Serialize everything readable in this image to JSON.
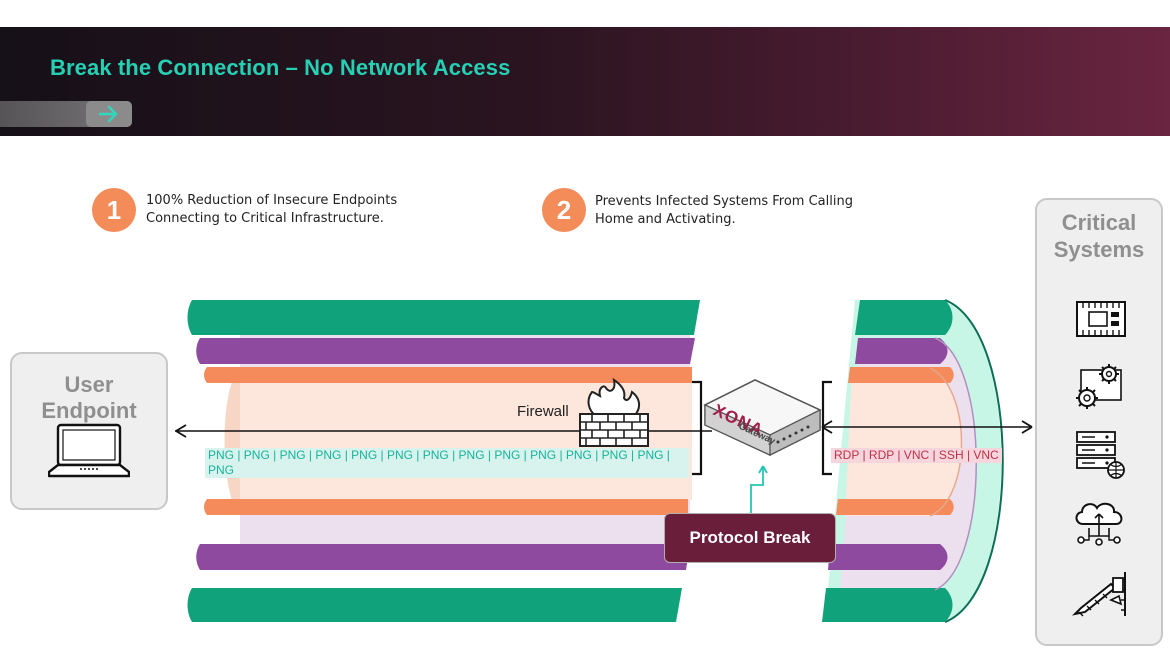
{
  "header": {
    "title": "Break the Connection – No Network Access",
    "next_icon": "arrow-right-icon"
  },
  "points": [
    {
      "number": "1",
      "line1": "100% Reduction of Insecure Endpoints",
      "line2": "Connecting to Critical Infrastructure."
    },
    {
      "number": "2",
      "line1": "Prevents Infected Systems From Calling",
      "line2": "Home and Activating."
    }
  ],
  "left_panel": {
    "line1": "User",
    "line2": "Endpoint",
    "icon": "laptop-icon"
  },
  "right_panel": {
    "line1": "Critical",
    "line2": "Systems",
    "icons": [
      "circuit-board-icon",
      "gears-icon",
      "server-rack-icon",
      "cloud-network-icon",
      "robotic-arm-icon"
    ]
  },
  "diagram": {
    "firewall_label": "Firewall",
    "firewall_icon": "firewall-icon",
    "png_stream": "PNG | PNG | PNG | PNG | PNG | PNG | PNG | PNG | PNG | PNG | PNG | PNG | PNG | PNG",
    "rdp_stream": "RDP | RDP | VNC | SSH | VNC",
    "gateway_brand": "XONA",
    "gateway_label": "Gateway",
    "protocol_break_label": "Protocol Break"
  },
  "colors": {
    "accent_teal": "#25d0b4",
    "badge_orange": "#f48c5a",
    "pipe_green": "#10a27a",
    "pipe_purple": "#8e4a9e",
    "pipe_orange": "#f58a5a",
    "pipe_inner": "#fde7dd",
    "protocol_break": "#6b1e3a"
  }
}
